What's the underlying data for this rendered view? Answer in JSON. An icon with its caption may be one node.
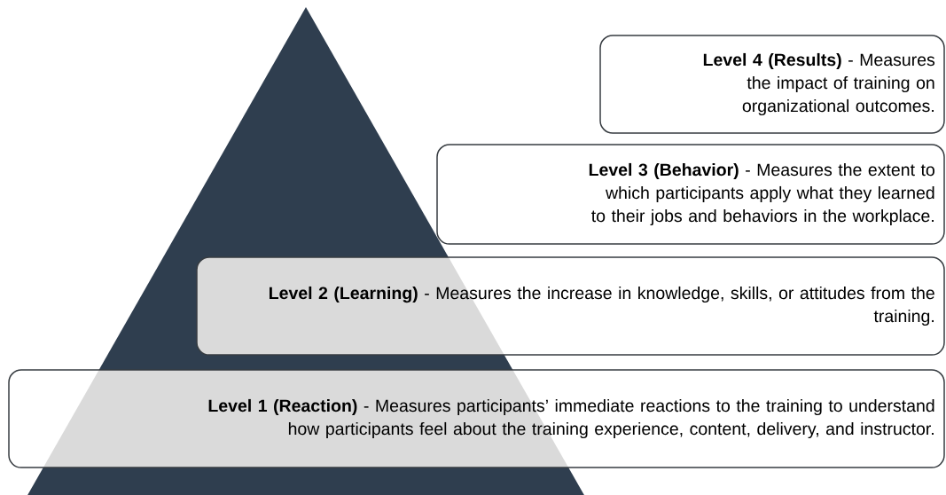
{
  "diagram": {
    "nodes": [
      {
        "text": [
          "**Level 4 (Results)** - Measures the impact of training on organizational outcomes."
        ]
      },
      {
        "text": [
          "**Level 3 (Behavior)** - Measures the extent to which participants apply what they learned to their jobs and behaviors in the workplace."
        ]
      },
      {
        "text": [
          "**Level 2 (Learning)** - Measures the increase in knowledge, skills, or attitudes from the training."
        ]
      },
      {
        "text": [
          "**Level 1 (Reaction)** - Measures participants’ immediate reactions to the training to understand how participants feel about the training experience, content, delivery, and instructor."
        ]
      }
    ]
  }
}
